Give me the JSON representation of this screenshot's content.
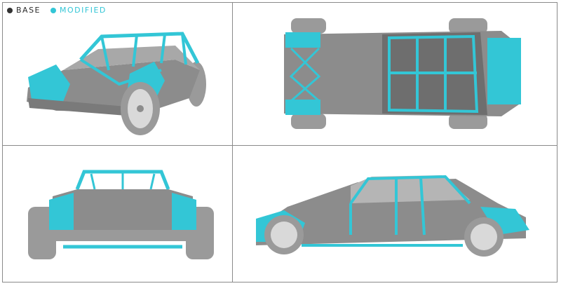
{
  "legend": {
    "base": {
      "label": "BASE",
      "color": "#333333"
    },
    "modified": {
      "label": "MODIFIED",
      "color": "#33c6d6"
    }
  },
  "colors": {
    "base_metal": "#8c8c8c",
    "base_dark": "#5e5e5e",
    "modified": "#33c6d6",
    "modified_dark": "#1f9fae",
    "tire": "#9a9a9a",
    "rim": "#d9d9d9"
  },
  "views": [
    {
      "name": "front-three-quarter-view"
    },
    {
      "name": "top-view"
    },
    {
      "name": "rear-view"
    },
    {
      "name": "side-view"
    }
  ]
}
